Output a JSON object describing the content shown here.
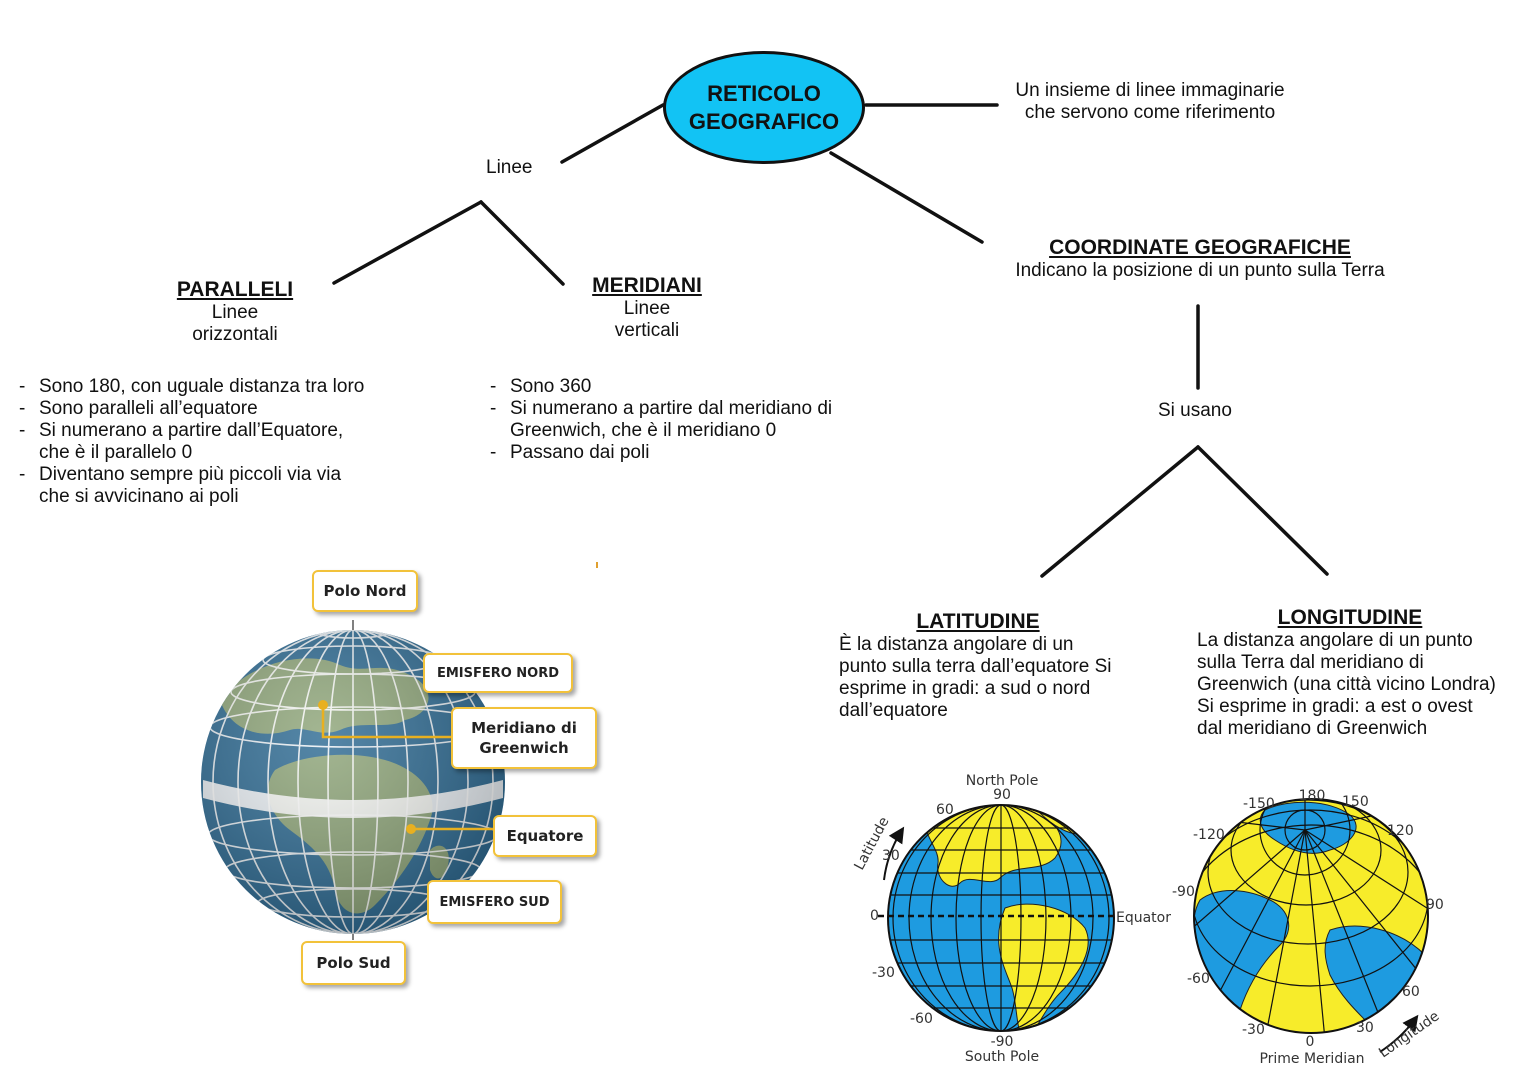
{
  "root": {
    "line1": "RETICOLO",
    "line2": "GEOGRAFICO"
  },
  "definition": {
    "line1": "Un insieme di linee immaginarie",
    "line2": "che servono come riferimento"
  },
  "lines_label": "Linee",
  "paralleli": {
    "title": "PARALLELI",
    "sub1": "Linee",
    "sub2": "orizzontali",
    "bullets": [
      "Sono 180, con uguale distanza tra loro",
      "Sono paralleli all’equatore",
      "Si numerano a partire dall’Equatore, che è il parallelo 0",
      "Diventano sempre più piccoli via via che si avvicinano ai poli"
    ]
  },
  "meridiani": {
    "title": "MERIDIANI",
    "sub1": "Linee",
    "sub2": "verticali",
    "bullets": [
      "Sono 360",
      "Si numerano a partire dal meridiano di Greenwich, che è il meridiano 0",
      "Passano dai poli"
    ]
  },
  "coordinate": {
    "title": "COORDINATE GEOGRAFICHE",
    "desc": "Indicano la posizione di un punto sulla Terra"
  },
  "si_usano": "Si usano",
  "latitudine": {
    "title": "LATITUDINE",
    "desc": "È la distanza angolare di un punto sulla terra dall’equatore Si esprime in gradi: a sud o nord dall’equatore"
  },
  "longitudine": {
    "title": "LONGITUDINE",
    "desc": "La distanza angolare di un punto sulla Terra dal meridiano di Greenwich (una città vicino Londra) Si esprime in gradi: a est o ovest dal meridiano di Greenwich"
  },
  "globe1_labels": {
    "polo_nord": "Polo Nord",
    "emisfero_nord": "EMISFERO NORD",
    "meridiano": "Meridiano di Greenwich",
    "equatore": "Equatore",
    "emisfero_sud": "EMISFERO SUD",
    "polo_sud": "Polo Sud"
  },
  "globe2_labels": {
    "north_pole": "North Pole",
    "south_pole": "South Pole",
    "equator": "Equator",
    "latitude": "Latitude",
    "ticks": [
      "90",
      "60",
      "30",
      "0",
      "-30",
      "-60",
      "-90"
    ]
  },
  "globe3_labels": {
    "prime_meridian": "Prime Meridian",
    "longitude": "Longitude",
    "ticks": [
      "180",
      "-150",
      "150",
      "-120",
      "120",
      "-90",
      "90",
      "-60",
      "60",
      "-30",
      "30",
      "0"
    ]
  },
  "colors": {
    "root_fill": "#12c3f4",
    "ocean_blue": "#1e9be0",
    "land_yellow": "#f7ec2a",
    "globe1_ocean": "#2f6c94",
    "globe1_land": "#8fa67a",
    "callout_border": "#f2c23a"
  }
}
